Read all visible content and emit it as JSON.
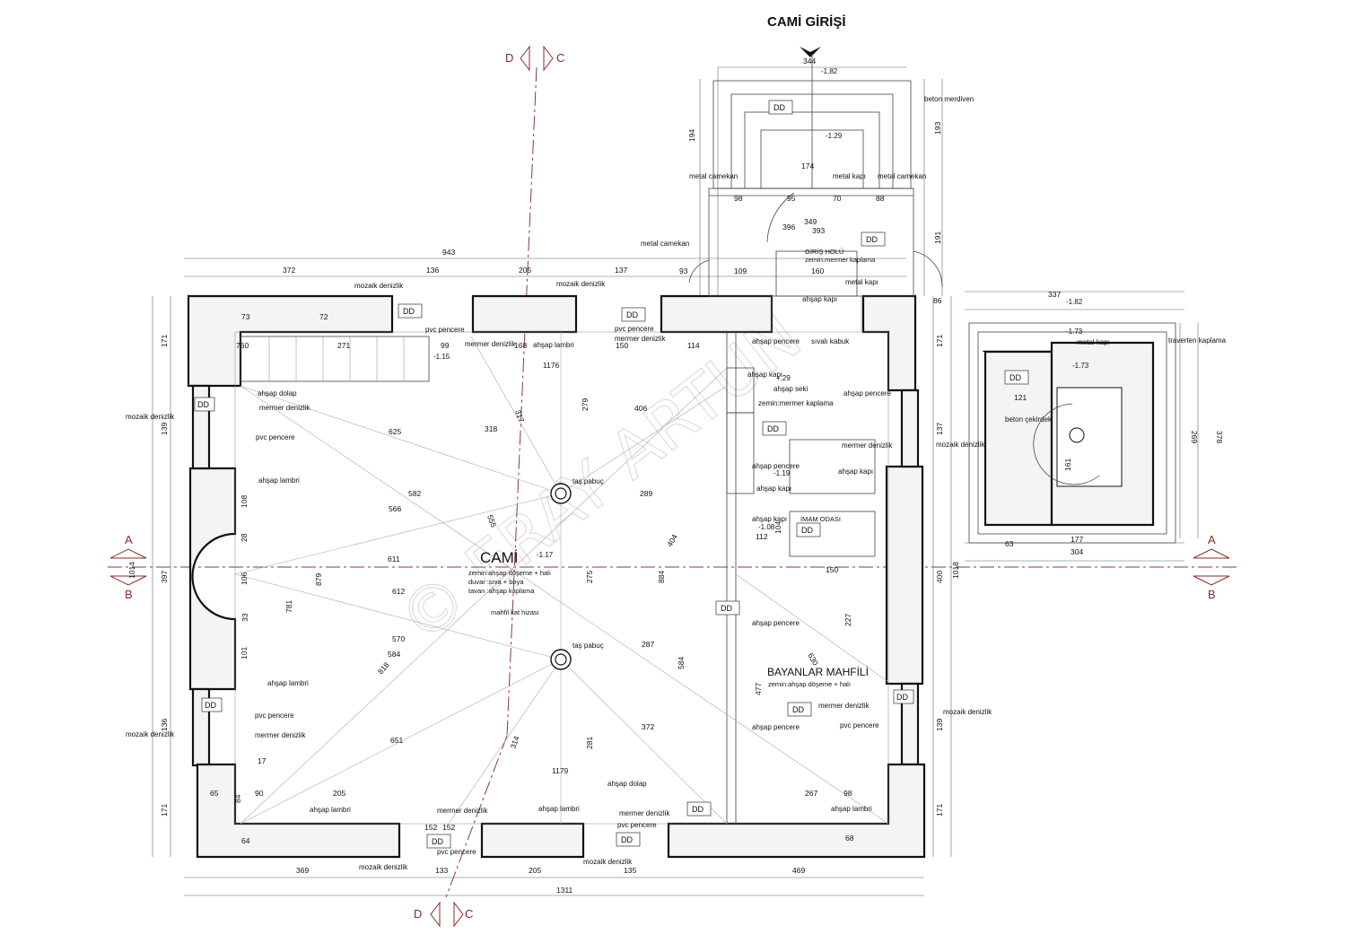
{
  "title": "CAMİ GİRİŞİ",
  "rooms": {
    "cami": "CAMİ",
    "cami_notes": [
      "zemin:ahşap döşeme + halı",
      "duvar :sıva + boya",
      "tavan :ahşap kaplama"
    ],
    "mahfil_kat": "mahfil kat hizası",
    "bayanlar": "BAYANLAR MAHFİLİ",
    "bayanlar_note": "zemin:ahşap döşeme + halı",
    "giris": "GİRİŞ HOLÜ",
    "giris_note": "zemin:mermer kaplama",
    "imam": "İMAM ODASI"
  },
  "section_marks": {
    "a": "A",
    "b": "B",
    "c": "C",
    "d": "D"
  },
  "watermark": "© ERAY ARTUN",
  "dd": "DD",
  "labels": {
    "mozaik": "mozaik denizlik",
    "pvc": "pvc pencere",
    "mermer": "mermer denizlik",
    "ahsap_lambri": "ahşap lambri",
    "ahsap_dolap": "ahşap dolap",
    "ahsap_kapi": "ahşap kapı",
    "ahsap_pencere": "ahşap pencere",
    "ahsap_seki": "ahşap seki",
    "tas_pabuc": "taş pabuç",
    "metal_camekan": "metal camekan",
    "metal_kapi": "metal kapı",
    "beton_merdiven": "beton merdiven",
    "traverten": "traverten kaplama",
    "beton_cekirdek": "beton çekirdek",
    "zemin_mermer": "zemin:mermer kaplama",
    "ahsap_kapi_dot": "ahşap kapı",
    "sivali": "sıvalı kabuk"
  },
  "levels": [
    "-1.82",
    "-1.29",
    "-1.15",
    "-1.17",
    "+.29",
    "-1.19",
    "-1.08",
    "-1.73",
    "-1.82",
    "-1.73"
  ],
  "dims": {
    "top_total": "943",
    "t1": "372",
    "t2": "136",
    "t3": "205",
    "t4": "137",
    "bot_total": "1311",
    "b1": "369",
    "b2": "133",
    "b3": "205",
    "b4": "135",
    "b5": "469",
    "l_total": "1014",
    "l1": "171",
    "l2": "139",
    "l3": "397",
    "l4": "136",
    "l5": "171",
    "r_total": "1018",
    "r1": "171",
    "r2": "137",
    "r3": "400",
    "r4": "139",
    "r5": "171",
    "inner_w": "1176",
    "inner_w2": "1179",
    "e1": "194",
    "e2": "193",
    "e3": "191",
    "e4": "344",
    "m1": "625",
    "m2": "318",
    "m3": "317",
    "m4": "279",
    "m5": "406",
    "m6": "582",
    "m7": "566",
    "m8": "555",
    "m9": "289",
    "m10": "611",
    "m11": "879",
    "m12": "612",
    "m13": "275",
    "m14": "884",
    "m15": "404",
    "m16": "781",
    "m17": "570",
    "m18": "584",
    "m19": "818",
    "m20": "287",
    "m21": "584",
    "m22": "651",
    "m23": "314",
    "m24": "281",
    "m25": "372",
    "m26": "630",
    "m27": "477",
    "m28": "227",
    "m29": "267",
    "s1": "337",
    "s2": "378",
    "s3": "269",
    "s4": "304",
    "s5": "177",
    "s6": "121",
    "s7": "161",
    "w1": "760",
    "w2": "271",
    "w3": "150",
    "w4": "114",
    "w5": "168",
    "w6": "99",
    "w7": "174",
    "w8": "349",
    "w9": "396",
    "w10": "393",
    "w11": "160",
    "w12": "109",
    "w13": "93",
    "w14": "98",
    "w15": "95",
    "w16": "70",
    "w17": "88",
    "w18": "86",
    "w19": "152",
    "w20": "205",
    "w21": "90",
    "w22": "150",
    "w23": "98",
    "w24": "63",
    "w25": "73",
    "w26": "72",
    "w27": "64",
    "w28": "68",
    "w29": "65",
    "w30": "84",
    "w31": "108",
    "w32": "106",
    "w33": "101",
    "w34": "28",
    "w35": "33",
    "w36": "17",
    "w37": "152",
    "w38": "112",
    "w39": "104"
  }
}
